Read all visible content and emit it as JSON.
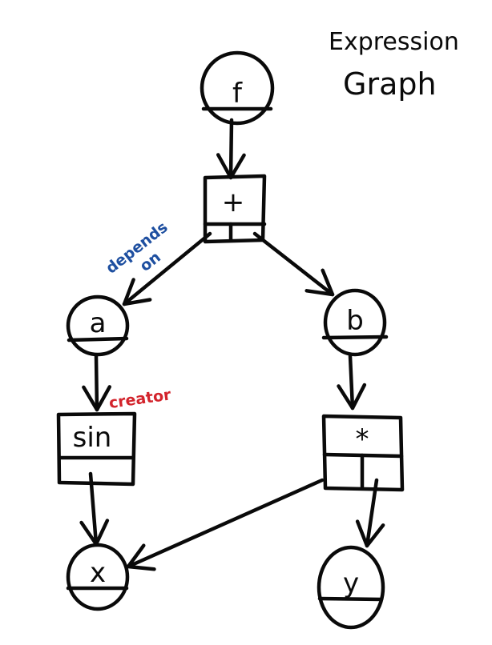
{
  "title": {
    "line1": "Expression",
    "line2": "Graph"
  },
  "nodes": {
    "f": {
      "label": "f",
      "kind": "variable"
    },
    "plus": {
      "label": "+",
      "kind": "function"
    },
    "a": {
      "label": "a",
      "kind": "variable"
    },
    "b": {
      "label": "b",
      "kind": "variable"
    },
    "sin": {
      "label": "sin",
      "kind": "function"
    },
    "mul": {
      "label": "*",
      "kind": "function"
    },
    "x": {
      "label": "x",
      "kind": "variable"
    },
    "y": {
      "label": "y",
      "kind": "variable"
    }
  },
  "edges": [
    {
      "from": "f",
      "to": "plus"
    },
    {
      "from": "plus",
      "to": "a"
    },
    {
      "from": "plus",
      "to": "b"
    },
    {
      "from": "a",
      "to": "sin"
    },
    {
      "from": "b",
      "to": "mul"
    },
    {
      "from": "sin",
      "to": "x"
    },
    {
      "from": "mul",
      "to": "x"
    },
    {
      "from": "mul",
      "to": "y"
    }
  ],
  "annotations": {
    "depends_on": {
      "line1": "depends",
      "line2": "on",
      "color": "#1e4fa0"
    },
    "creator": {
      "text": "creator",
      "color": "#d3242c"
    }
  }
}
